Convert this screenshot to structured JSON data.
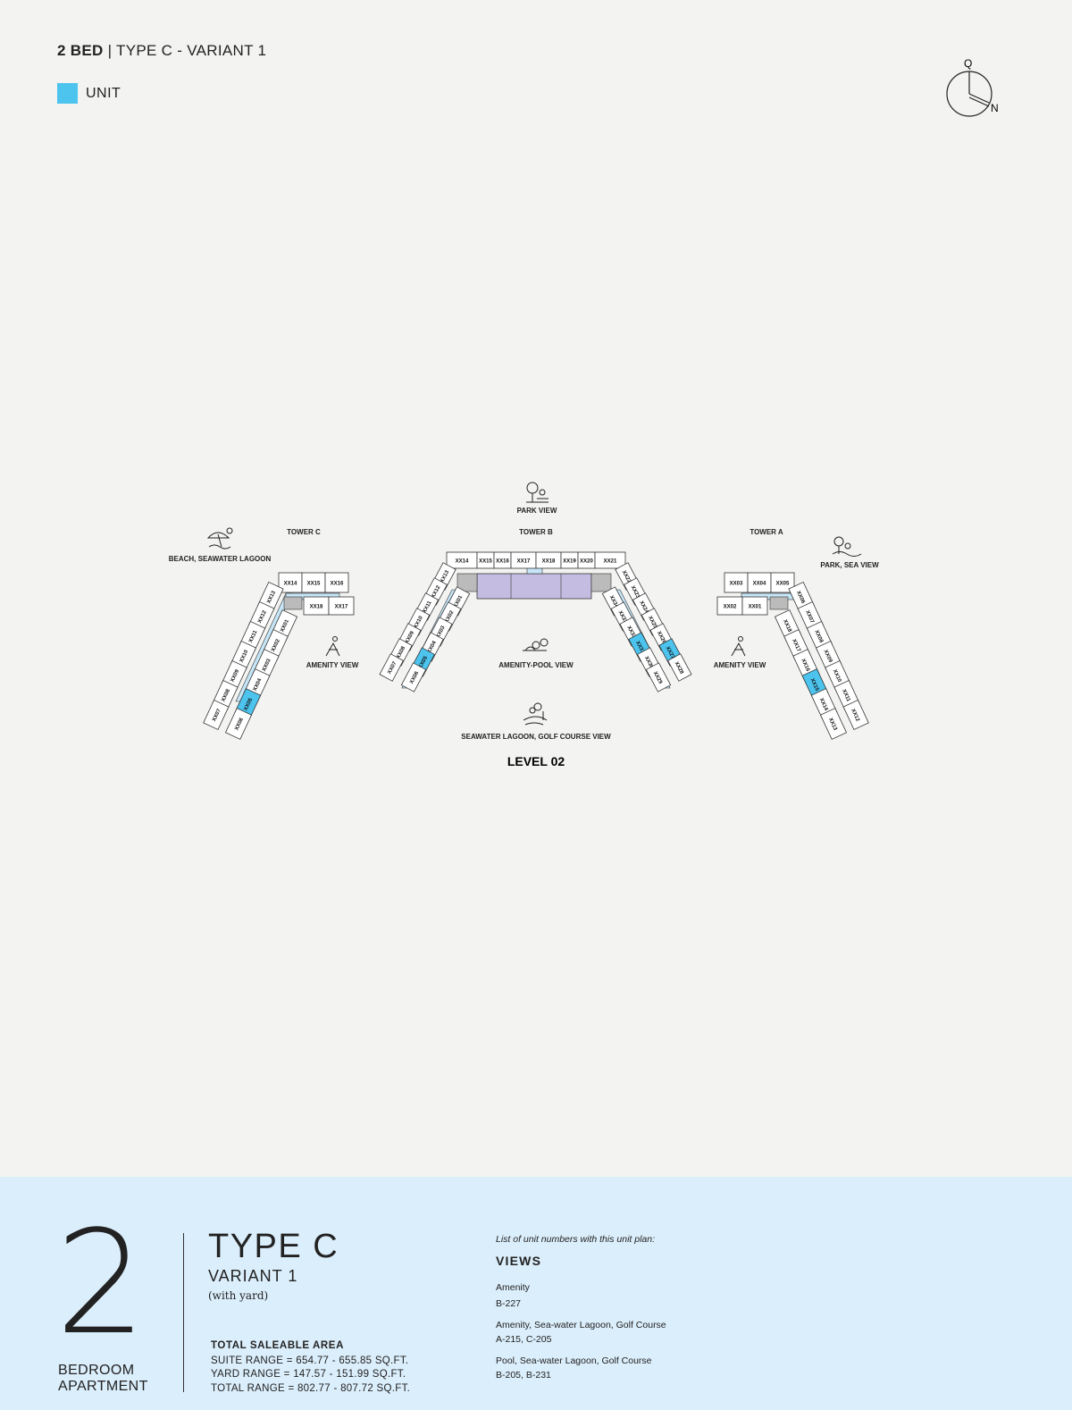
{
  "header": {
    "bed": "2 BED",
    "separator": " | ",
    "type": "TYPE C - VARIANT 1"
  },
  "legend": {
    "label": "UNIT",
    "color": "#4cc4ee"
  },
  "compass": {
    "q": "Q",
    "n": "N"
  },
  "plan": {
    "level": "LEVEL 02",
    "towers": {
      "a": "TOWER A",
      "b": "TOWER B",
      "c": "TOWER C"
    },
    "views": {
      "park": "PARK VIEW",
      "beach": "BEACH, SEAWATER LAGOON",
      "park_sea": "PARK, SEA VIEW",
      "amenity_left": "AMENITY VIEW",
      "amenity_pool": "AMENITY-POOL VIEW",
      "amenity_right": "AMENITY VIEW",
      "lagoon_golf": "SEAWATER LAGOON, GOLF COURSE VIEW"
    },
    "highlight_color": "#4cc4ee",
    "corridor_color": "#c6e6f7",
    "amenity_color": "#c5bde1",
    "tower_c": {
      "top": [
        "XX14",
        "XX15",
        "XX16"
      ],
      "top2": [
        "XX18",
        "XX17"
      ],
      "outer": [
        "XX13",
        "XX12",
        "XX11",
        "XX10",
        "XX09",
        "XX08",
        "XX07"
      ],
      "inner": [
        "XX01",
        "XX02",
        "XX03",
        "XX04",
        "XX05",
        "XX06"
      ],
      "highlighted": "XX05"
    },
    "tower_b": {
      "top": [
        "XX14",
        "XX15",
        "XX16",
        "XX17",
        "XX18",
        "XX19",
        "XX20",
        "XX21"
      ],
      "left_outer": [
        "XX13",
        "XX12",
        "XX11",
        "XX10",
        "XX09",
        "XX08",
        "XX07"
      ],
      "left_inner": [
        "XX01",
        "XX02",
        "XX03",
        "XX04",
        "XX05",
        "XX06"
      ],
      "right_outer": [
        "XX22",
        "XX23",
        "XX24",
        "XX25",
        "XX26",
        "XX27",
        "XX28"
      ],
      "right_inner": [
        "XX34",
        "XX33",
        "XX32",
        "XX31",
        "XX30",
        "XX29"
      ],
      "highlighted": [
        "XX05",
        "XX31",
        "XX27"
      ]
    },
    "tower_a": {
      "top": [
        "XX03",
        "XX04",
        "XX05"
      ],
      "top2": [
        "XX02",
        "XX01"
      ],
      "outer": [
        "XX06",
        "XX07",
        "XX08",
        "XX09",
        "XX10",
        "XX11",
        "XX12"
      ],
      "inner": [
        "XX18",
        "XX17",
        "XX16",
        "XX15",
        "XX14",
        "XX13"
      ],
      "highlighted": "XX15"
    }
  },
  "footer": {
    "number": "2",
    "bedroom_1": "BEDROOM",
    "bedroom_2": "APARTMENT",
    "type": "TYPE C",
    "variant": "VARIANT 1",
    "with_yard": "(with yard)",
    "tsa_title": "TOTAL SALEABLE AREA",
    "suite_range": "SUITE RANGE = 654.77 - 655.85 SQ.FT.",
    "yard_range": "YARD RANGE = 147.57 - 151.99 SQ.FT.",
    "total_range": "TOTAL RANGE = 802.77 - 807.72 SQ.FT.",
    "list_title": "List of unit numbers with this unit plan:",
    "views_title": "VIEWS",
    "view_items": [
      {
        "name": "Amenity",
        "units": "B-227"
      },
      {
        "name": "Amenity, Sea-water Lagoon, Golf Course",
        "units": "A-215, C-205"
      },
      {
        "name": "Pool, Sea-water Lagoon, Golf Course",
        "units": "B-205, B-231"
      }
    ]
  }
}
